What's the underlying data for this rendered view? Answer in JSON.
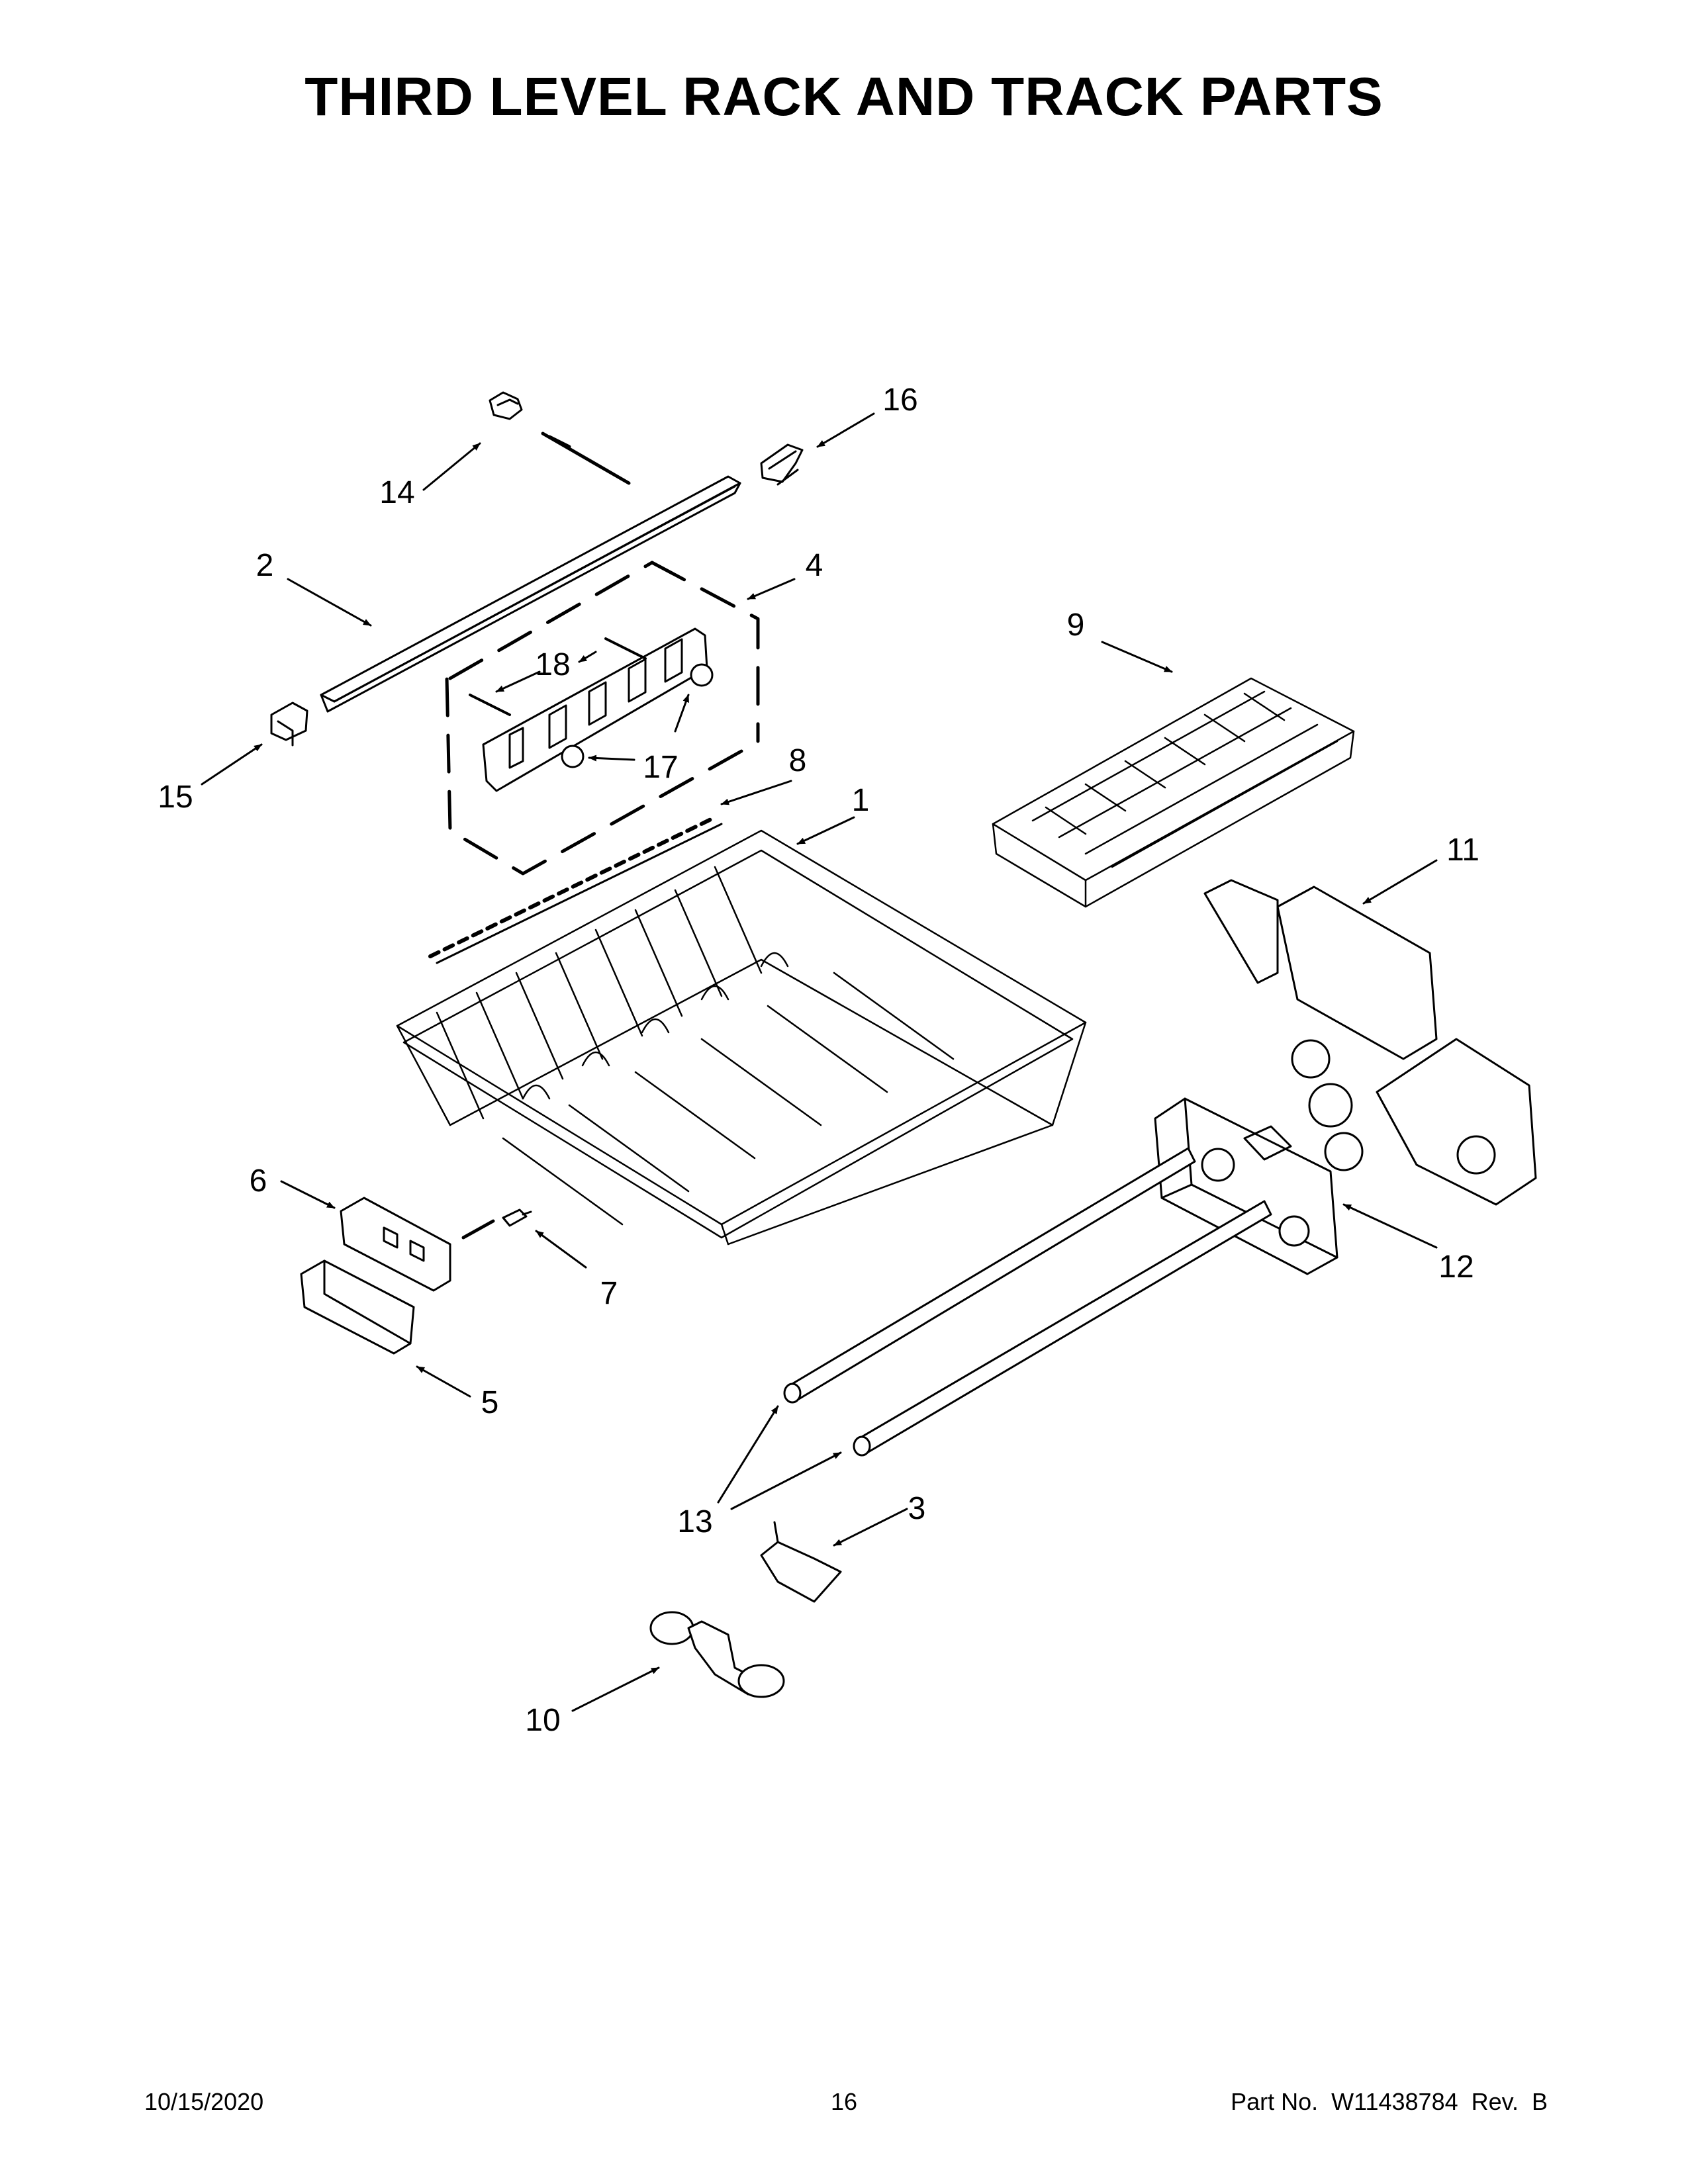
{
  "title": "THIRD LEVEL RACK AND TRACK PARTS",
  "callouts": [
    "1",
    "2",
    "3",
    "4",
    "5",
    "6",
    "7",
    "8",
    "9",
    "10",
    "11",
    "12",
    "13",
    "14",
    "15",
    "16",
    "17",
    "18"
  ],
  "footer": {
    "date": "10/15/2020",
    "page": "16",
    "part_no": "Part No.  W11438784  Rev.  B"
  }
}
